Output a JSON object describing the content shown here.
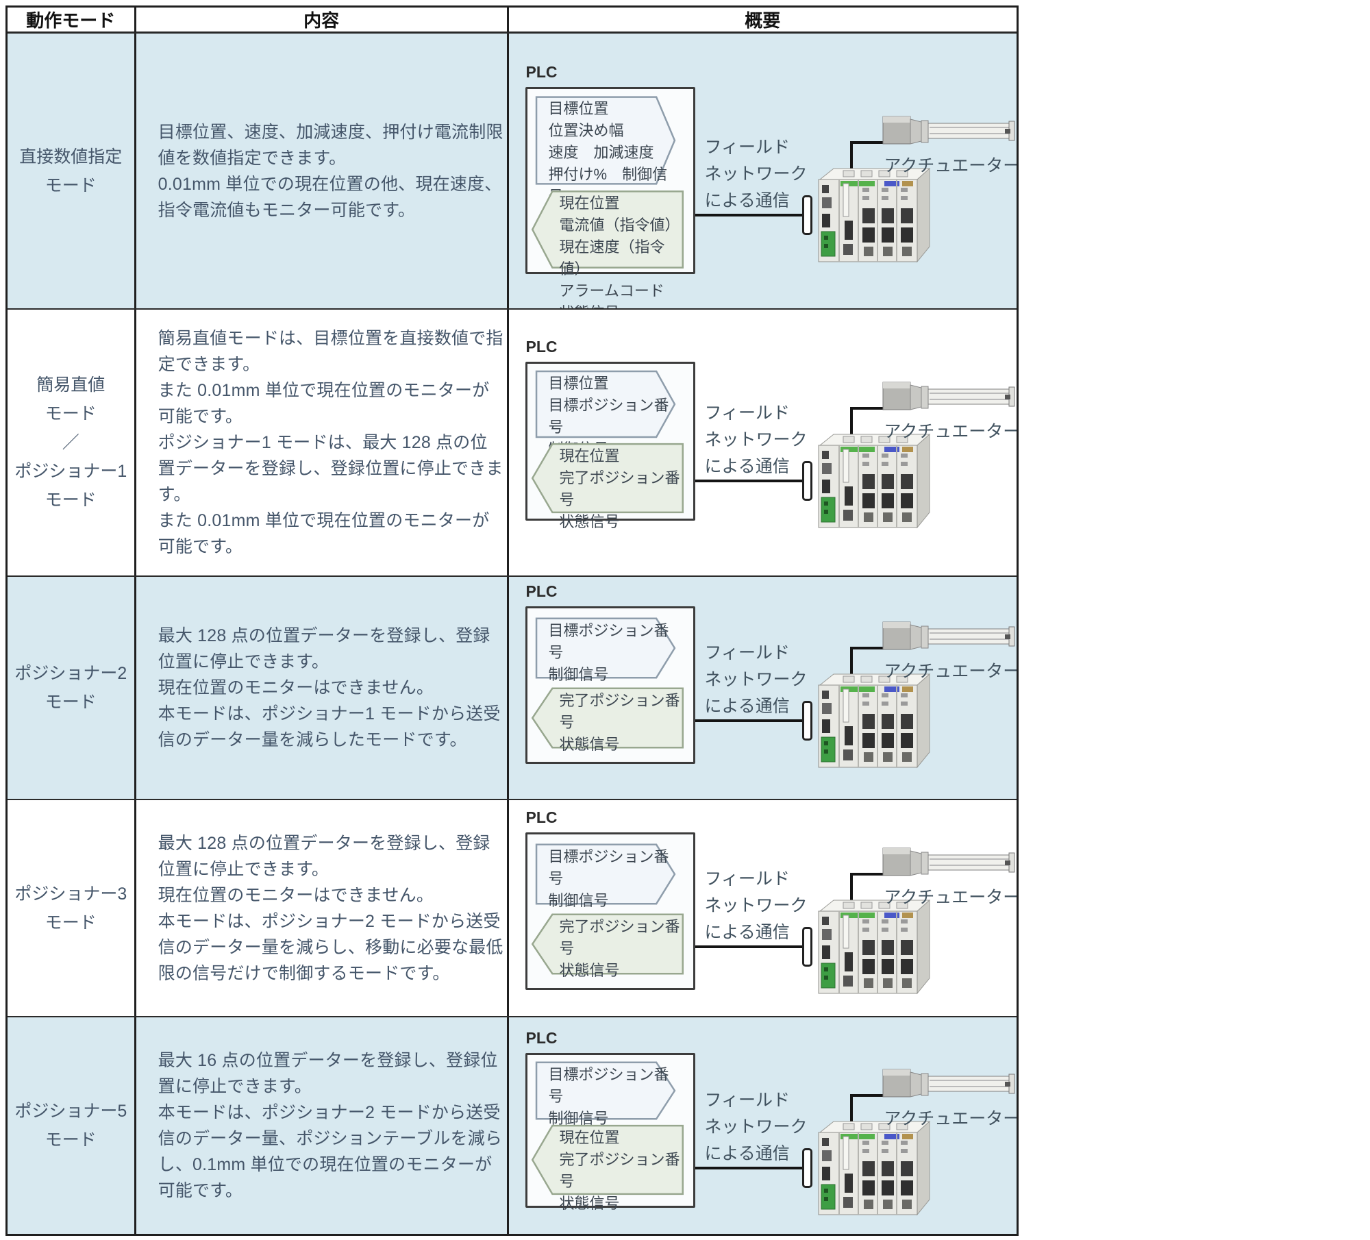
{
  "table": {
    "headers": {
      "mode": "動作モード",
      "description": "内容",
      "overview": "概要"
    },
    "rows": [
      {
        "mode": [
          "直接数値指定",
          "モード"
        ],
        "description": "目標位置、速度、加減速度、押付け電流制限値を数値指定できます。\n0.01mm 単位での現在位置の他、現在速度、指令電流値もモニター可能です。",
        "diagram": {
          "plc_label": "PLC",
          "send_signals": [
            "目標位置",
            "位置決め幅",
            "速度　加減速度",
            "押付け%　制御信号"
          ],
          "receive_signals": [
            "現在位置",
            "電流値（指令値）",
            "現在速度（指令値）",
            "アラームコード　状態信号"
          ],
          "network_label": [
            "フィールド",
            "ネットワーク",
            "による通信"
          ],
          "actuator_label": "アクチュエーター"
        }
      },
      {
        "mode": [
          "簡易直値",
          "モード",
          "／",
          "ポジショナー1",
          "モード"
        ],
        "description": "簡易直値モードは、目標位置を直接数値で指定できます。\nまた 0.01mm 単位で現在位置のモニターが可能です。\nポジショナー1 モードは、最大 128 点の位置データーを登録し、登録位置に停止できます。\nまた 0.01mm 単位で現在位置のモニターが可能です。",
        "diagram": {
          "plc_label": "PLC",
          "send_signals": [
            "目標位置",
            "目標ポジション番号",
            "制御信号"
          ],
          "receive_signals": [
            "現在位置",
            "完了ポジション番号",
            "状態信号"
          ],
          "network_label": [
            "フィールド",
            "ネットワーク",
            "による通信"
          ],
          "actuator_label": "アクチュエーター"
        }
      },
      {
        "mode": [
          "ポジショナー2",
          "モード"
        ],
        "description": "最大 128 点の位置データーを登録し、登録位置に停止できます。\n現在位置のモニターはできません。\n本モードは、ポジショナー1 モードから送受信のデーター量を減らしたモードです。",
        "diagram": {
          "plc_label": "PLC",
          "send_signals": [
            "目標ポジション番号",
            "制御信号"
          ],
          "receive_signals": [
            "完了ポジション番号",
            "状態信号"
          ],
          "network_label": [
            "フィールド",
            "ネットワーク",
            "による通信"
          ],
          "actuator_label": "アクチュエーター"
        }
      },
      {
        "mode": [
          "ポジショナー3",
          "モード"
        ],
        "description": "最大 128 点の位置データーを登録し、登録位置に停止できます。\n現在位置のモニターはできません。\n本モードは、ポジショナー2 モードから送受信のデーター量を減らし、移動に必要な最低限の信号だけで制御するモードです。",
        "diagram": {
          "plc_label": "PLC",
          "send_signals": [
            "目標ポジション番号",
            "制御信号"
          ],
          "receive_signals": [
            "完了ポジション番号",
            "状態信号"
          ],
          "network_label": [
            "フィールド",
            "ネットワーク",
            "による通信"
          ],
          "actuator_label": "アクチュエーター"
        }
      },
      {
        "mode": [
          "ポジショナー5",
          "モード"
        ],
        "description": "最大 16 点の位置データーを登録し、登録位置に停止できます。\n本モードは、ポジショナー2 モードから送受信のデーター量、ポジションテーブルを減らし、0.1mm 単位での現在位置のモニターが可能です。",
        "diagram": {
          "plc_label": "PLC",
          "send_signals": [
            "目標ポジション番号",
            "制御信号"
          ],
          "receive_signals": [
            "現在位置",
            "完了ポジション番号",
            "状態信号"
          ],
          "network_label": [
            "フィールド",
            "ネットワーク",
            "による通信"
          ],
          "actuator_label": "アクチュエーター"
        }
      }
    ]
  },
  "colors": {
    "row_highlight": "#d8e9f0",
    "send_arrow_fill": "#f2f6fa",
    "receive_arrow_fill": "#e9efe5",
    "border": "#1f1f1f"
  }
}
